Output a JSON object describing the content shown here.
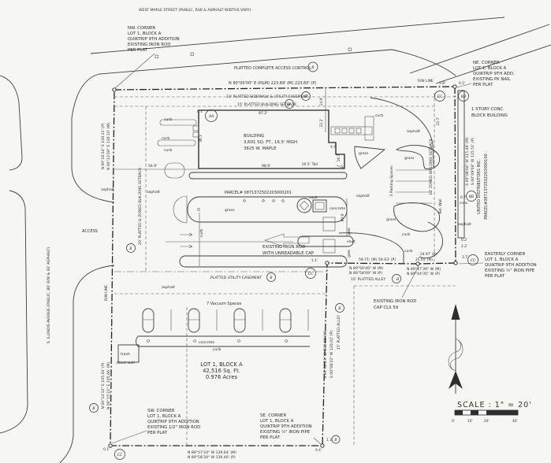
{
  "streets": {
    "top": "WEST MAPLE STREET (PUBLIC, R/W & ASPHALT WIDTHS VARY)",
    "left": "S. ILLINOIS AVENUE (PUBLIC, 80' R/W & 60' ASPHALT)",
    "rw_line_h": "R/W LINE",
    "rw_line_v": "R/W LINE",
    "access": "ACCESS"
  },
  "notes": {
    "nw": [
      "NW. CORNER",
      "LOT 1, BLOCK A",
      "QUIKTRIP 9TH ADDITION",
      "EXISTING IRON ROD",
      "PER PLAT"
    ],
    "ne": [
      "NE. CORNER",
      "LOT 1, BLOCK A",
      "QUIKTRIP 9TH ADD.",
      "EXISTING PK NAIL",
      "PER PLAT"
    ],
    "sw": [
      "SW. CORNER",
      "LOT 1, BLOCK A",
      "QUIKTRIP 9TH ADDITION",
      "EXISTING 1/2\" IRON ROD",
      "PER PLAT"
    ],
    "se": [
      "SE. CORNER",
      "LOT 1, BLOCK A",
      "QUIKTRIP 9TH ADDITION",
      "EXISTING ½\" IRON PIPE",
      "PER PLAT"
    ],
    "easterly": [
      "EASTERLY CORNER",
      "LOT 1, BLOCK A",
      "QUIKTRIP 9TH ADDITION",
      "EXISTING ½\" IRON PIPE",
      "PER PLAT"
    ],
    "neighbor": [
      "1 STORY CONC.",
      "BLOCK BUILDING"
    ],
    "rod_cap": [
      "EXISTING IRON ROD",
      "CAP CLS 59"
    ],
    "rod_unreadable": [
      "EXISTING IRON ROD",
      "WITH UNREADABLE CAP"
    ]
  },
  "building": {
    "l1": "BUILDING",
    "l2": "3,601 SQ. FT., 16.5' HIGH",
    "l3": "3825 W. MAPLE"
  },
  "lot": {
    "l1": "LOT 1, BLOCK A",
    "l2": "42,516 Sq. Ft.",
    "l3": "0.976 Acres"
  },
  "parcels": {
    "lot": "PARCEL# 0871372502203000201",
    "owner": "UNITED DISTRIBUTORS INC.",
    "neighbor": "PARCEL#0871372502203000100"
  },
  "easements": {
    "access_control": "PLATTED COMPLETE ACCESS CONTROL",
    "sidewalk": "10' PLATTED SIDEWALK & UTILITY EASEMENT",
    "setback15": "15' PLATTED BUILDING SETBACK",
    "setback20": "20' PLATTED & ZONED BUILDING SETBACK",
    "setback10": "10' ZONED BUILDING SETBACK",
    "utility": "PLATTED UTILITY EASEMENT",
    "alley": "15' PLATTED ALLEY"
  },
  "bearings": {
    "top": "N 90°00'00\" E (P&M)  223.69' (M)  223.60' (P)",
    "west_up_p": "N 00°16'24\" E  130.11' (P)",
    "west_up_m": "N 00°13'29\" E  130.10' (M)",
    "west_lo_p": "N 00°14'12\" E  105.04' (P)",
    "west_lo_m": "N 00°15'23\" E  105.06' (M)",
    "east_m": "S 00°08'06\" W  115.49' (M)",
    "east_p": "S 00°09'06\" W  115.51' (P)",
    "alley_m": "S 00°00'23\" W  120.02' (M)",
    "alley_p": "S 00°08'22\" W  120.02' (P)",
    "notch_wm": "N 89°50'40\" W (M)",
    "notch_wp": "N 89°58'09\" W (P)",
    "notch_em": "N 89°47'39\" W (M)",
    "notch_ep": "N 89°44'35\" W (P)",
    "south_m": "N 89°57'24\" W  139.64' (M)",
    "south_p": "N 89°58'34\" W  139.46' (P)"
  },
  "dims": {
    "d87_2": "87.2'",
    "d0_1": "0.1'",
    "d14_9": "14.9'",
    "d22_2": "22.2'",
    "d22_7": "22.7'",
    "d5_8": "5.8'",
    "d0_2": "0.2'",
    "d54_9": "54.9'",
    "d39_3": "39.3",
    "d9_7": "9.7'",
    "d16_7": "16.7'",
    "d16_5": "16.5' Tall",
    "d98_9": "98.9'",
    "d60_9": "60.9'",
    "d0_7": "0.7'",
    "d2_2": "2.2'",
    "d3_7": "3.7'",
    "d1_1": "1.1'",
    "d59_71": "59.71' (M) 59.63' (P)",
    "d24_97": "24.97' (P)",
    "d25_01": "25.01' (M)",
    "d0_4": "0.4'",
    "d1_3": "1.3",
    "sw0_1": "0.1'"
  },
  "labels": {
    "curb": "curb",
    "asphalt": "asphalt",
    "grass": "grass",
    "concrete": "concrete",
    "conc": "conc.",
    "gate": "gate",
    "vault": "vault",
    "trash": "trash",
    "block_wall": "block wall",
    "vacuum": "7 Vacuum Spaces",
    "parking": "3 Parking Spaces",
    "ret_wall": "Ret. Wall"
  },
  "markers": {
    "aa": "AA",
    "bb": "BB",
    "cc": "CC",
    "b": "B"
  },
  "scale": {
    "label": "SCALE : 1\" = 20'",
    "t0": "0'",
    "t10": "10'",
    "t20": "20'",
    "t40": "40'"
  }
}
